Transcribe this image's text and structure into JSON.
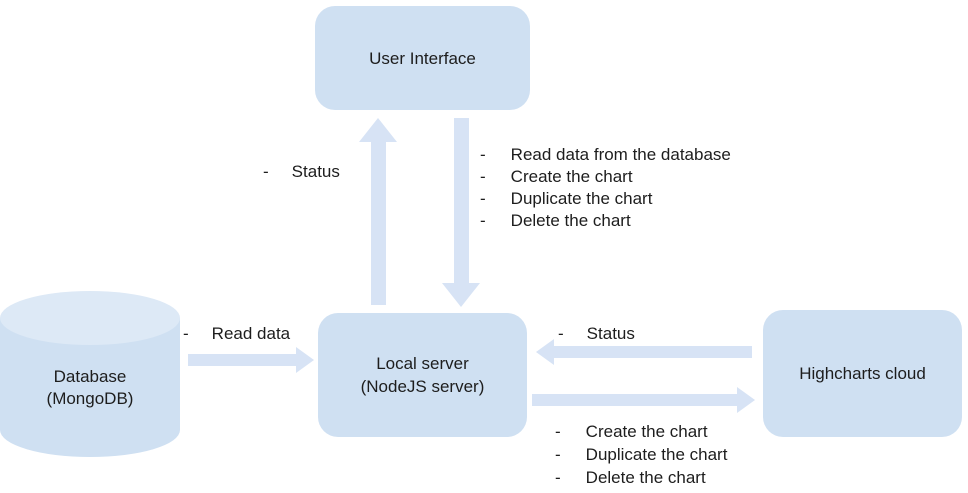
{
  "bullet": "-",
  "colors": {
    "background": "#ffffff",
    "node_fill": "#cfe0f2",
    "cylinder_top_fill": "#dde9f6",
    "arrow_fill": "#d7e3f5",
    "text": "#1d1d1d"
  },
  "nodes": {
    "user_interface": {
      "label": "User Interface"
    },
    "local_server": {
      "line1": "Local server",
      "line2": "(NodeJS server)"
    },
    "database": {
      "line1": "Database",
      "line2": "(MongoDB)"
    },
    "highcharts_cloud": {
      "label": "Highcharts cloud"
    }
  },
  "edges": {
    "server_to_ui": {
      "label": "Status"
    },
    "ui_to_server": {
      "items": [
        "Read data from the database",
        "Create the chart",
        "Duplicate the chart",
        "Delete the chart"
      ]
    },
    "database_to_server": {
      "label": "Read data"
    },
    "cloud_to_server": {
      "label": "Status"
    },
    "server_to_cloud": {
      "items": [
        "Create the chart",
        "Duplicate the chart",
        "Delete the chart"
      ]
    }
  }
}
